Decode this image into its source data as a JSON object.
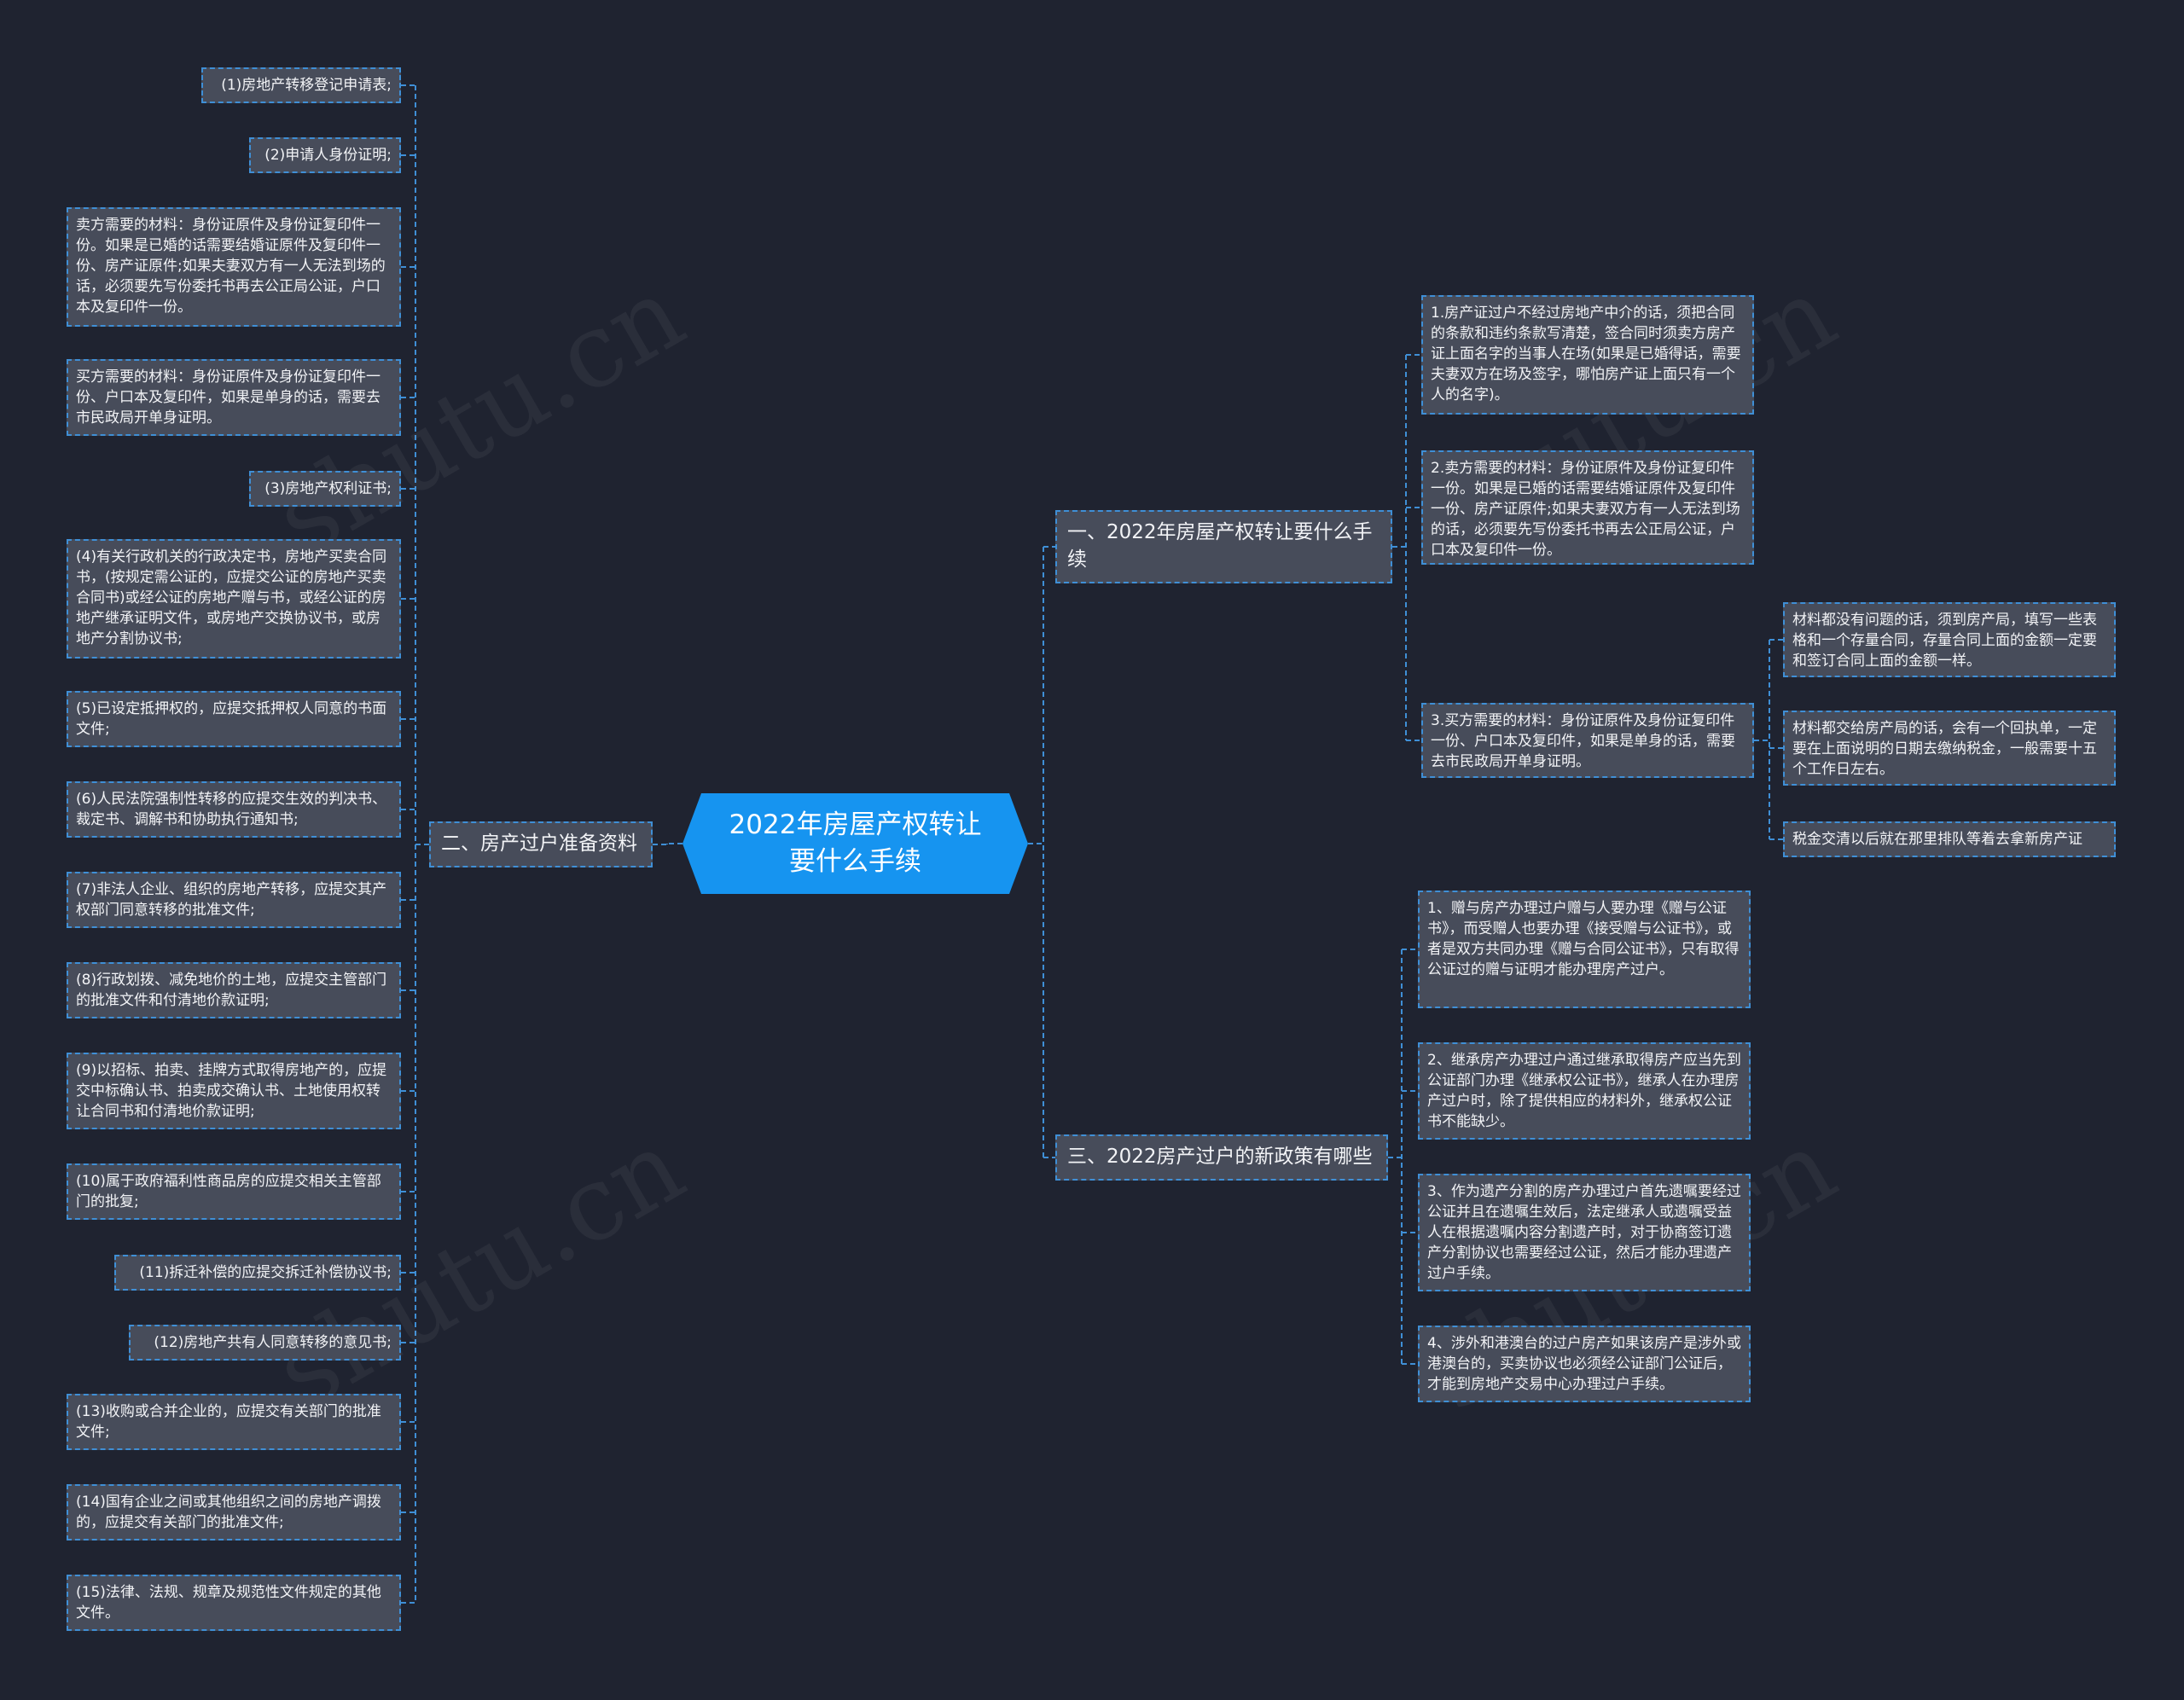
{
  "root": "2022年房屋产权转让要什么手续",
  "branches": {
    "one": {
      "label": "一、2022年房屋产权转让要什么手续",
      "items": [
        "1.房产证过户不经过房地产中介的话，须把合同的条款和违约条款写清楚，签合同时须卖方房产证上面名字的当事人在场(如果是已婚得话，需要夫妻双方在场及签字，哪怕房产证上面只有一个人的名字)。",
        "2.卖方需要的材料：身份证原件及身份证复印件一份。如果是已婚的话需要结婚证原件及复印件一份、房产证原件;如果夫妻双方有一人无法到场的话，必须要先写份委托书再去公正局公证，户口本及复印件一份。",
        "3.买方需要的材料：身份证原件及身份证复印件一份、户口本及复印件，如果是单身的话，需要去市民政局开单身证明。"
      ],
      "sub_items": [
        "材料都没有问题的话，须到房产局，填写一些表格和一个存量合同，存量合同上面的金额一定要和签订合同上面的金额一样。",
        "材料都交给房产局的话，会有一个回执单，一定要在上面说明的日期去缴纳税金，一般需要十五个工作日左右。",
        "税金交清以后就在那里排队等着去拿新房产证"
      ]
    },
    "two": {
      "label": "二、房产过户准备资料",
      "items": [
        "(1)房地产转移登记申请表;",
        "(2)申请人身份证明;",
        "卖方需要的材料：身份证原件及身份证复印件一份。如果是已婚的话需要结婚证原件及复印件一份、房产证原件;如果夫妻双方有一人无法到场的话，必须要先写份委托书再去公正局公证，户口本及复印件一份。",
        "买方需要的材料：身份证原件及身份证复印件一份、户口本及复印件，如果是单身的话，需要去市民政局开单身证明。",
        "(3)房地产权利证书;",
        "(4)有关行政机关的行政决定书，房地产买卖合同书，(按规定需公证的，应提交公证的房地产买卖合同书)或经公证的房地产赠与书，或经公证的房地产继承证明文件，或房地产交换协议书，或房地产分割协议书;",
        "(5)已设定抵押权的，应提交抵押权人同意的书面文件;",
        "(6)人民法院强制性转移的应提交生效的判决书、裁定书、调解书和协助执行通知书;",
        "(7)非法人企业、组织的房地产转移，应提交其产权部门同意转移的批准文件;",
        "(8)行政划拨、减免地价的土地，应提交主管部门的批准文件和付清地价款证明;",
        "(9)以招标、拍卖、挂牌方式取得房地产的，应提交中标确认书、拍卖成交确认书、土地使用权转让合同书和付清地价款证明;",
        "(10)属于政府福利性商品房的应提交相关主管部门的批复;",
        "(11)拆迁补偿的应提交拆迁补偿协议书;",
        "(12)房地产共有人同意转移的意见书;",
        "(13)收购或合并企业的，应提交有关部门的批准文件;",
        "(14)国有企业之间或其他组织之间的房地产调拨的，应提交有关部门的批准文件;",
        "(15)法律、法规、规章及规范性文件规定的其他文件。"
      ]
    },
    "three": {
      "label": "三、2022房产过户的新政策有哪些",
      "items": [
        "1、赠与房产办理过户赠与人要办理《赠与公证书》，而受赠人也要办理《接受赠与公证书》，或者是双方共同办理《赠与合同公证书》，只有取得公证过的赠与证明才能办理房产过户。",
        "2、继承房产办理过户通过继承取得房产应当先到公证部门办理《继承权公证书》，继承人在办理房产过户时，除了提供相应的材料外，继承权公证书不能缺少。",
        "3、作为遗产分割的房产办理过户首先遗嘱要经过公证并且在遗嘱生效后，法定继承人或遗嘱受益人在根据遗嘱内容分割遗产时，对于协商签订遗产分割协议也需要经过公证，然后才能办理遗产过户手续。",
        "4、涉外和港澳台的过户房产如果该房产是涉外或港澳台的，买卖协议也必须经公证部门公证后，才能到房地产交易中心办理过户手续。"
      ]
    }
  },
  "colors": {
    "background": "#1f2330",
    "root": "#1694f0",
    "node": "#474c5a",
    "connector": "#3f8fd6"
  }
}
